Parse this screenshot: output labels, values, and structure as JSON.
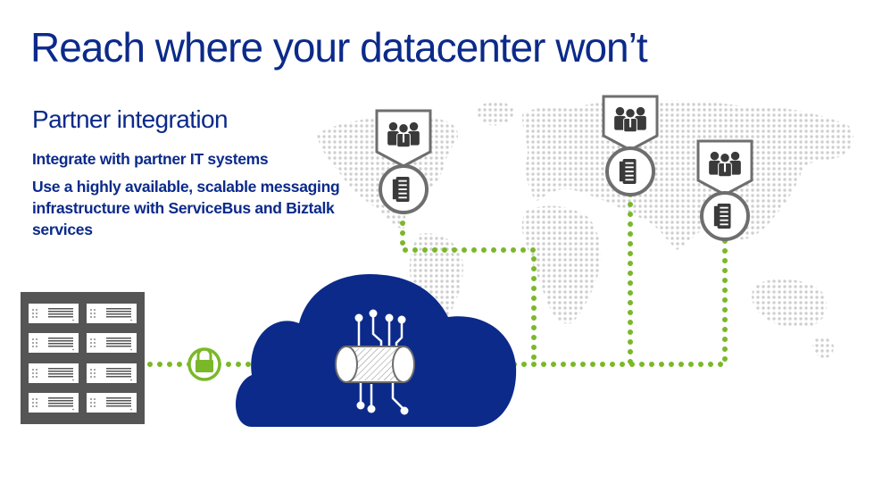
{
  "slide": {
    "title": "Reach where your datacenter won’t",
    "subtitle": "Partner integration",
    "bullets": {
      "first": "Integrate with partner IT systems",
      "second_prefix": "Use a highly available, scalable messaging infrastructure with ",
      "second_servicebus": "ServiceBus",
      "second_and": " and ",
      "second_biztalk": "Biztalk",
      "second_suffix": " services"
    }
  },
  "colors": {
    "title": "#0b2a8a",
    "cloud": "#0b2a8a",
    "connector": "#7ab829",
    "badge": "#6e6e6e",
    "datacenter": "#555555",
    "map_dots": "#cfcfcf"
  },
  "icons": {
    "lock": "lock-icon",
    "people": "people-icon",
    "server": "server-icon",
    "relay": "service-bus-relay-icon",
    "rack": "server-rack-icon",
    "map": "world-map"
  }
}
